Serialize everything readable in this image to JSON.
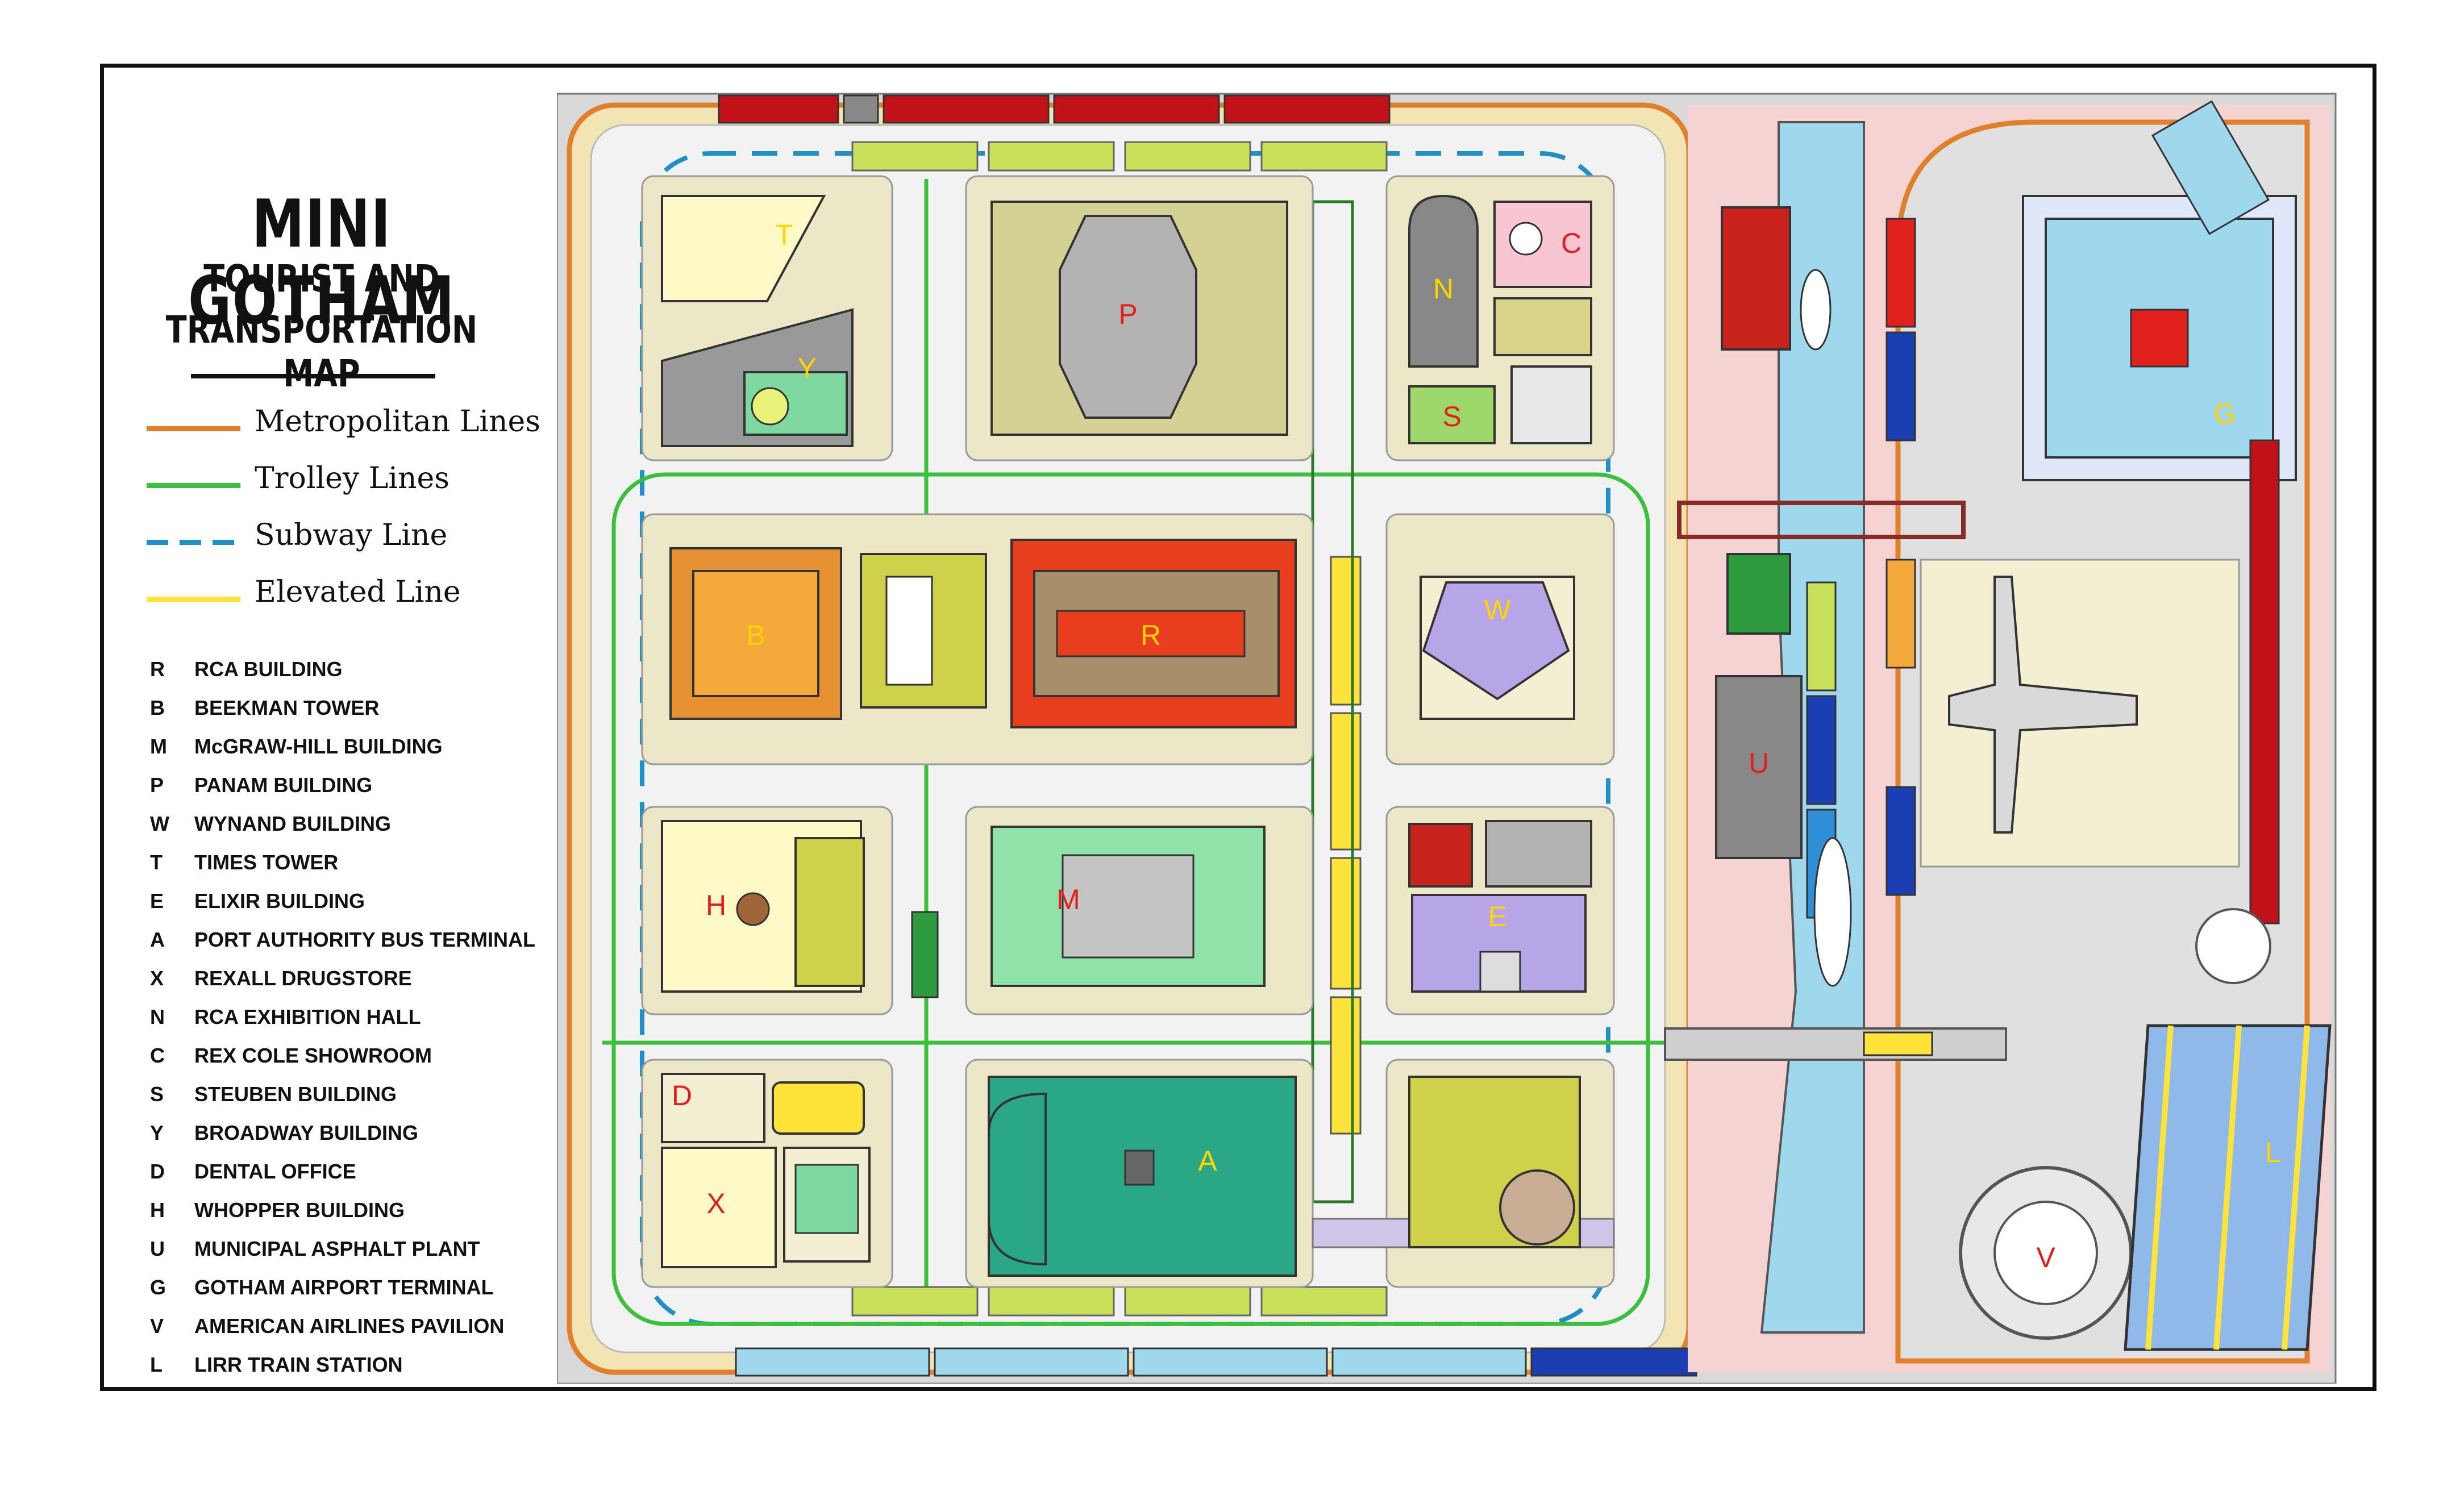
{
  "title": {
    "main": "MINI GOTHAM",
    "line1": "TOURIST AND",
    "line2": "TRANSPORTATION MAP"
  },
  "transit_key": [
    {
      "label": "Metropolitan Lines",
      "color": "#e07f2c",
      "style": "solid"
    },
    {
      "label": "Trolley Lines",
      "color": "#3cbf3c",
      "style": "solid"
    },
    {
      "label": "Subway Line",
      "color": "#1f8fc6",
      "style": "dashed"
    },
    {
      "label": "Elevated Line",
      "color": "#ffe23a",
      "style": "solid"
    }
  ],
  "building_index": [
    {
      "code": "R",
      "name": "RCA BUILDING"
    },
    {
      "code": "B",
      "name": "BEEKMAN TOWER"
    },
    {
      "code": "M",
      "name": "McGRAW-HILL BUILDING"
    },
    {
      "code": "P",
      "name": "PANAM BUILDING"
    },
    {
      "code": "W",
      "name": "WYNAND BUILDING"
    },
    {
      "code": "T",
      "name": "TIMES TOWER"
    },
    {
      "code": "E",
      "name": "ELIXIR BUILDING"
    },
    {
      "code": "A",
      "name": "PORT AUTHORITY BUS TERMINAL"
    },
    {
      "code": "X",
      "name": "REXALL DRUGSTORE"
    },
    {
      "code": "N",
      "name": "RCA EXHIBITION HALL"
    },
    {
      "code": "C",
      "name": "REX COLE SHOWROOM"
    },
    {
      "code": "S",
      "name": "STEUBEN BUILDING"
    },
    {
      "code": "Y",
      "name": "BROADWAY BUILDING"
    },
    {
      "code": "D",
      "name": "DENTAL OFFICE"
    },
    {
      "code": "H",
      "name": "WHOPPER BUILDING"
    },
    {
      "code": "U",
      "name": "MUNICIPAL ASPHALT PLANT"
    },
    {
      "code": "G",
      "name": "GOTHAM AIRPORT TERMINAL"
    },
    {
      "code": "V",
      "name": "AMERICAN AIRLINES PAVILION"
    },
    {
      "code": "L",
      "name": "LIRR TRAIN STATION"
    }
  ],
  "map_labels": [
    "T",
    "Y",
    "P",
    "N",
    "C",
    "S",
    "B",
    "R",
    "W",
    "H",
    "M",
    "E",
    "D",
    "X",
    "A",
    "U",
    "G",
    "V",
    "L"
  ],
  "colors": {
    "label_red": "#e0201c",
    "label_yellow": "#ffd400",
    "metropolitan": "#e07f2c",
    "trolley": "#3cbf3c",
    "subway": "#1f8fc6",
    "elevated": "#ffe23a",
    "river": "#9fd8ec",
    "block": "#ece7c7"
  }
}
